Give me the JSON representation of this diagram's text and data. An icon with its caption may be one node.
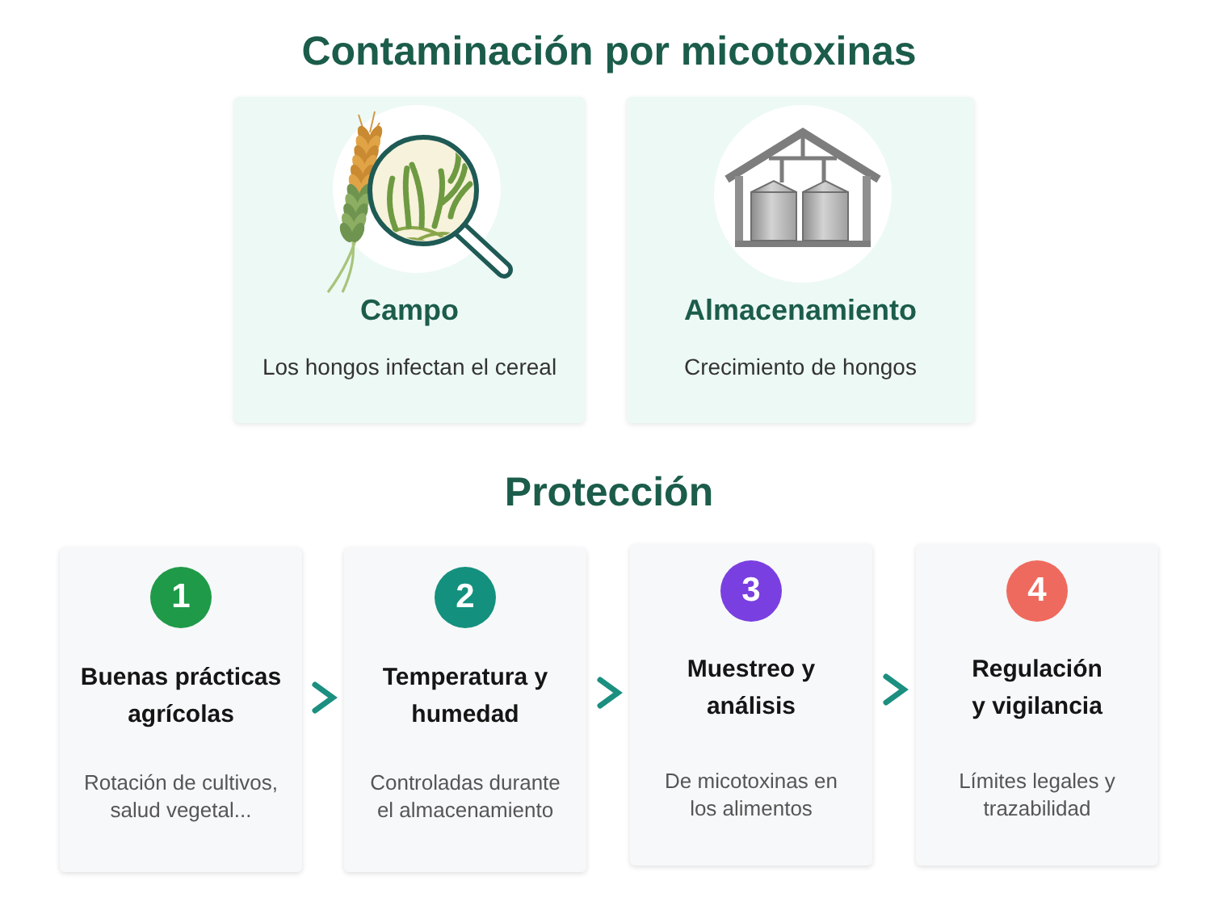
{
  "diagram": {
    "title": "Contaminación por micotoxinas",
    "nodes": [
      {
        "text": [
          "Campo",
          "Los hongos infectan el cereal"
        ]
      },
      {
        "text": [
          "Almacenamiento",
          "Crecimiento de hongos"
        ]
      },
      {
        "text": [
          "Buenas prácticas agrícolas",
          "Rotación de cultivos, salud vegetal..."
        ]
      },
      {
        "text": [
          "1"
        ],
        "in": 2
      },
      {
        "text": [
          "Temperatura y humedad",
          "Controladas durante el almacenamiento"
        ]
      },
      {
        "text": [
          "2"
        ],
        "in": 4
      },
      {
        "text": [
          "Muestreo y análisis",
          "De micotoxinas en los alimentos"
        ]
      },
      {
        "text": [
          "3"
        ],
        "in": 6
      },
      {
        "text": [
          "Regulación y vigilancia",
          "Límites legales y trazabilidad"
        ]
      },
      {
        "text": [
          "4"
        ],
        "in": 8
      }
    ],
    "edges": [
      {
        "from": 2,
        "to": 4,
        "arrow": "to"
      },
      {
        "from": 4,
        "to": 6,
        "arrow": "to"
      },
      {
        "from": 6,
        "to": 8,
        "arrow": "to"
      }
    ],
    "labels": [
      "Protección"
    ]
  }
}
